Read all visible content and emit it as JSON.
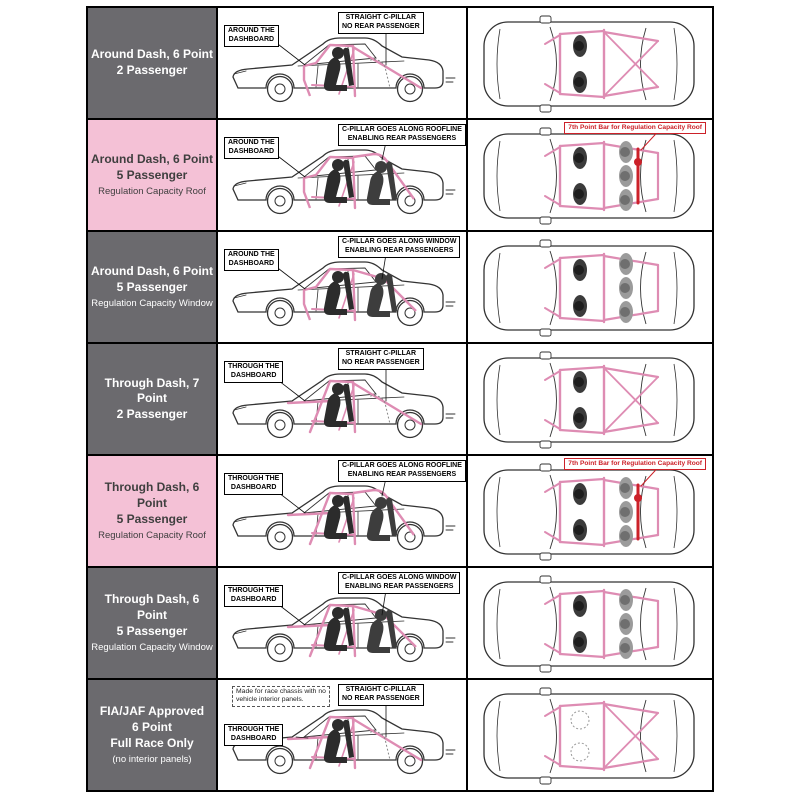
{
  "chart_title": "Roll cage configuration comparison chart",
  "colors": {
    "label_gray_bg": "#6b6a6e",
    "label_pink_bg": "#f4c1d6",
    "cage_pink": "#de8cb3",
    "callout_red": "#cc2129",
    "line_dark": "#333333"
  },
  "rows": [
    {
      "id": "around-dash-6pt-2pass",
      "variant": "gray",
      "title1": "Around Dash, 6 Point",
      "title2": "2 Passenger",
      "title3": "",
      "subtitle": "",
      "note_callout": "",
      "dash_callout": "AROUND THE\nDASHBOARD",
      "cpillar_callout": "STRAIGHT C-PILLAR\nNO REAR PASSENGER",
      "roof_callout": "",
      "side_view": {
        "dash": "around",
        "cpillar": "straight",
        "rear_passengers": false
      },
      "top_view": {
        "passengers": 2,
        "seventh_point_bar": false,
        "race": false
      }
    },
    {
      "id": "around-dash-6pt-5pass-roof",
      "variant": "pink",
      "title1": "Around Dash, 6 Point",
      "title2": "5 Passenger",
      "title3": "",
      "subtitle": "Regulation Capacity Roof",
      "note_callout": "",
      "dash_callout": "AROUND THE\nDASHBOARD",
      "cpillar_callout": "C-PILLAR GOES ALONG ROOFLINE\nENABLING REAR PASSENGERS",
      "roof_callout": "7th Point Bar for Regulation Capacity Roof",
      "side_view": {
        "dash": "around",
        "cpillar": "roofline",
        "rear_passengers": true
      },
      "top_view": {
        "passengers": 5,
        "seventh_point_bar": true,
        "race": false
      }
    },
    {
      "id": "around-dash-6pt-5pass-window",
      "variant": "gray",
      "title1": "Around Dash, 6 Point",
      "title2": "5 Passenger",
      "title3": "",
      "subtitle": "Regulation Capacity Window",
      "note_callout": "",
      "dash_callout": "AROUND THE\nDASHBOARD",
      "cpillar_callout": "C-PILLAR GOES ALONG WINDOW\nENABLING REAR PASSENGERS",
      "roof_callout": "",
      "side_view": {
        "dash": "around",
        "cpillar": "window",
        "rear_passengers": true
      },
      "top_view": {
        "passengers": 5,
        "seventh_point_bar": false,
        "race": false
      }
    },
    {
      "id": "through-dash-7pt-2pass",
      "variant": "gray",
      "title1": "Through Dash, 7 Point",
      "title2": "2 Passenger",
      "title3": "",
      "subtitle": "",
      "note_callout": "",
      "dash_callout": "THROUGH THE\nDASHBOARD",
      "cpillar_callout": "STRAIGHT C-PILLAR\nNO REAR PASSENGER",
      "roof_callout": "",
      "side_view": {
        "dash": "through",
        "cpillar": "straight",
        "rear_passengers": false
      },
      "top_view": {
        "passengers": 2,
        "seventh_point_bar": false,
        "race": false
      }
    },
    {
      "id": "through-dash-6pt-5pass-roof",
      "variant": "pink",
      "title1": "Through Dash, 6 Point",
      "title2": "5 Passenger",
      "title3": "",
      "subtitle": "Regulation Capacity Roof",
      "note_callout": "",
      "dash_callout": "THROUGH THE\nDASHBOARD",
      "cpillar_callout": "C-PILLAR GOES ALONG ROOFLINE\nENABLING REAR PASSENGERS",
      "roof_callout": "7th Point Bar for Regulation Capacity Roof",
      "side_view": {
        "dash": "through",
        "cpillar": "roofline",
        "rear_passengers": true
      },
      "top_view": {
        "passengers": 5,
        "seventh_point_bar": true,
        "race": false
      }
    },
    {
      "id": "through-dash-6pt-5pass-window",
      "variant": "gray",
      "title1": "Through Dash, 6 Point",
      "title2": "5 Passenger",
      "title3": "",
      "subtitle": "Regulation Capacity Window",
      "note_callout": "",
      "dash_callout": "THROUGH THE\nDASHBOARD",
      "cpillar_callout": "C-PILLAR GOES ALONG WINDOW\nENABLING REAR PASSENGERS",
      "roof_callout": "",
      "side_view": {
        "dash": "through",
        "cpillar": "window",
        "rear_passengers": true
      },
      "top_view": {
        "passengers": 5,
        "seventh_point_bar": false,
        "race": false
      }
    },
    {
      "id": "fia-jaf-6pt-full-race",
      "variant": "gray",
      "title1": "FIA/JAF Approved",
      "title2": "6 Point",
      "title3": "Full Race Only",
      "subtitle": "(no interior panels)",
      "note_callout": "Made for race chassis with no\nvehicle interior panels.",
      "dash_callout": "THROUGH THE\nDASHBOARD",
      "cpillar_callout": "STRAIGHT C-PILLAR\nNO REAR PASSENGER",
      "roof_callout": "",
      "side_view": {
        "dash": "through",
        "cpillar": "straight",
        "rear_passengers": false
      },
      "top_view": {
        "passengers": 2,
        "seventh_point_bar": false,
        "race": true
      }
    }
  ]
}
